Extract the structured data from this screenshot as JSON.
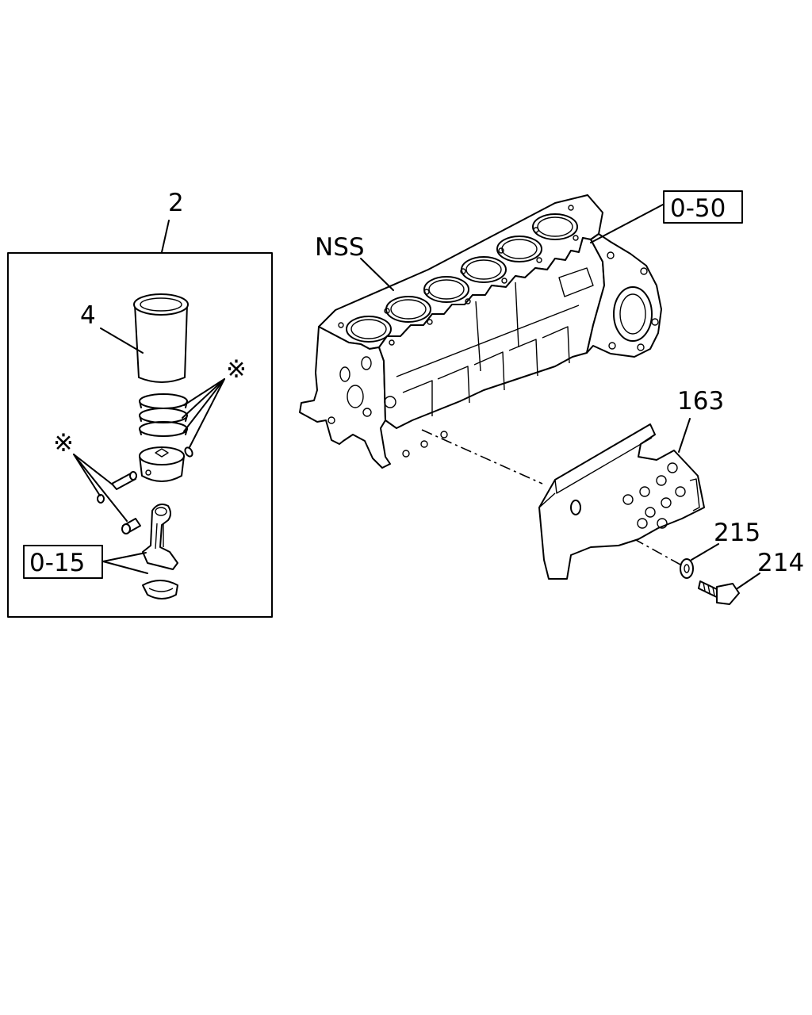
{
  "callouts": {
    "assembly_2": "2",
    "liner_4": "4",
    "note_mark_rings": "※",
    "note_mark_pin": "※",
    "ref_0_15": "0-15",
    "nss": "NSS",
    "ref_0_50": "0-50",
    "part_163": "163",
    "part_215": "215",
    "part_214": "214"
  },
  "colors": {
    "line": "#000000",
    "background": "#ffffff"
  }
}
